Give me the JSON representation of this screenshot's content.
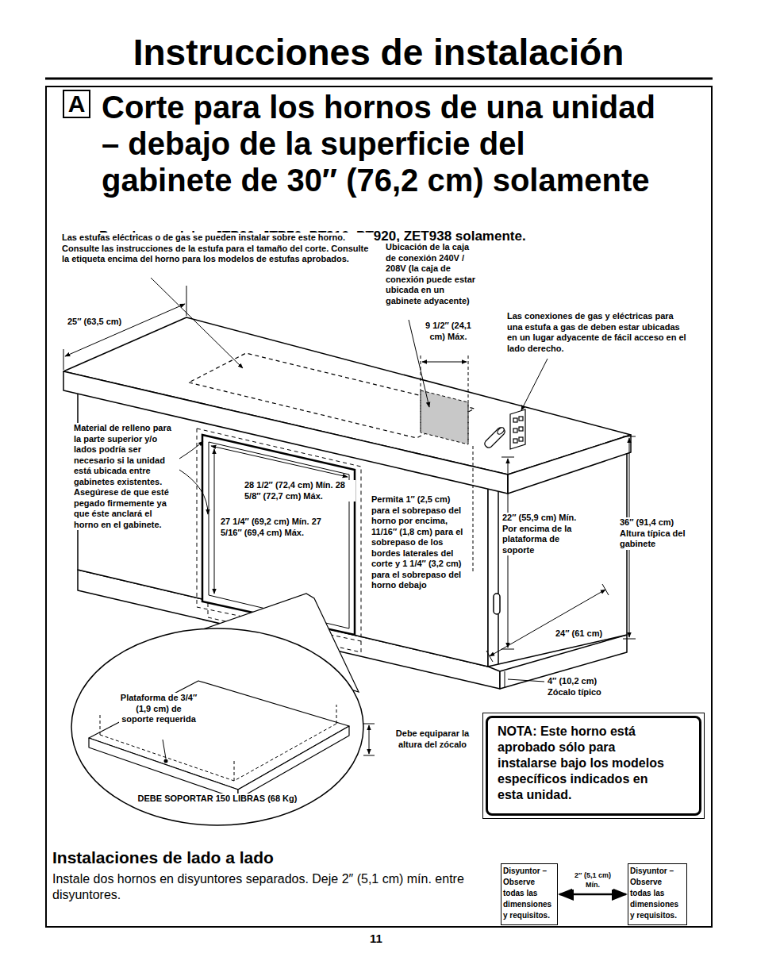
{
  "diagram": {
    "title": "Instrucciones de instalación",
    "nodes": [
      {
        "text": [
          "Corte para los hornos de una unidad – debajo de la superficie del gabinete de 30″ (76,2 cm) solamente",
          "Para los modelos JTP30, JTP70, PT916, PT920, ZET938 solamente."
        ]
      },
      {
        "text": [
          "A"
        ],
        "in": 0
      },
      {
        "text": [
          "Plataforma de 3/4″ (1,9 cm) de soporte requerida",
          "DEBE SOPORTAR 150 LIBRAS (68 Kg)"
        ],
        "in": 0
      },
      {
        "text": [
          "NOTA: Este horno está aprobado sólo para instalarse bajo los modelos específicos indicados en esta unidad."
        ],
        "in": 0
      },
      {
        "text": [
          "Disyuntor – Observe todas las dimensiones y requisitos."
        ],
        "in": 0
      },
      {
        "text": [
          "Disyuntor – Observe todas las dimensiones y requisitos."
        ],
        "in": 0
      }
    ],
    "edges": [
      {
        "from": 4,
        "to": 5,
        "arrow": "both",
        "label": "2″ (5,1 cm) Mín."
      }
    ],
    "labels": [
      "Las estufas eléctricas o de gas se pueden instalar sobre este horno. Consulte las instrucciones de la estufa para el tamaño del corte. Consulte la etiqueta encima del horno para los modelos de estufas aprobados.",
      "Ubicación de la caja de conexión 240V / 208V (la caja de conexión puede estar ubicada en un gabinete adyacente)",
      "25″ (63,5 cm)",
      "9 1/2″ (24,1 cm) Máx.",
      "Las conexiones de gas y eléctricas para una estufa a gas de deben estar ubicadas en un lugar adyacente de fácil acceso en el lado derecho.",
      "Material de relleno para la parte superior y/o lados podría ser necesario si la unidad está ubicada entre gabinetes existentes. Asegúrese de que esté pegado firmemente ya que éste anclará el horno en el gabinete.",
      "28 1/2″ (72,4 cm) Mín. 28 5/8″ (72,7 cm) Máx.",
      "27 1/4″ (69,2 cm) Mín. 27 5/16″ (69,4 cm) Máx.",
      "Permita 1″ (2,5 cm) para el sobrepaso del horno por encima, 11/16″ (1,8 cm) para el sobrepaso de los bordes laterales del corte y 1 1/4″ (3,2 cm) para el sobrepaso del horno debajo",
      "22″ (55,9 cm) Mín. Por encima de la plataforma de soporte",
      "36″ (91,4 cm) Altura típica del gabinete",
      "24″ (61 cm)",
      "4″ (10,2 cm) Zócalo típico",
      "Debe equiparar la altura del zócalo",
      "Instalaciones de lado a lado",
      "Instale dos hornos en disyuntores separados. Deje 2″ (5,1 cm) mín. entre disyuntores.",
      "11"
    ]
  }
}
